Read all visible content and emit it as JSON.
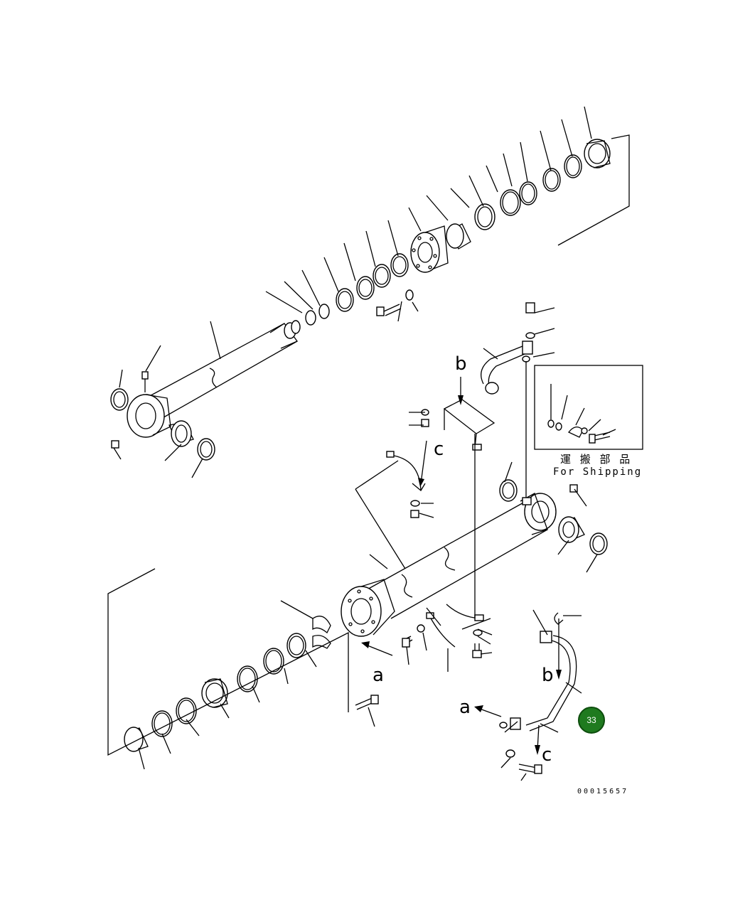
{
  "diagram": {
    "labels": {
      "a": "a",
      "b": "b",
      "c": "c"
    },
    "shipping": {
      "title_jp": "運 搬 部 品",
      "title_en": "For Shipping"
    },
    "drawing_number": "00015657",
    "hotspot": {
      "number": "33",
      "color": "#1f7a1f"
    }
  }
}
